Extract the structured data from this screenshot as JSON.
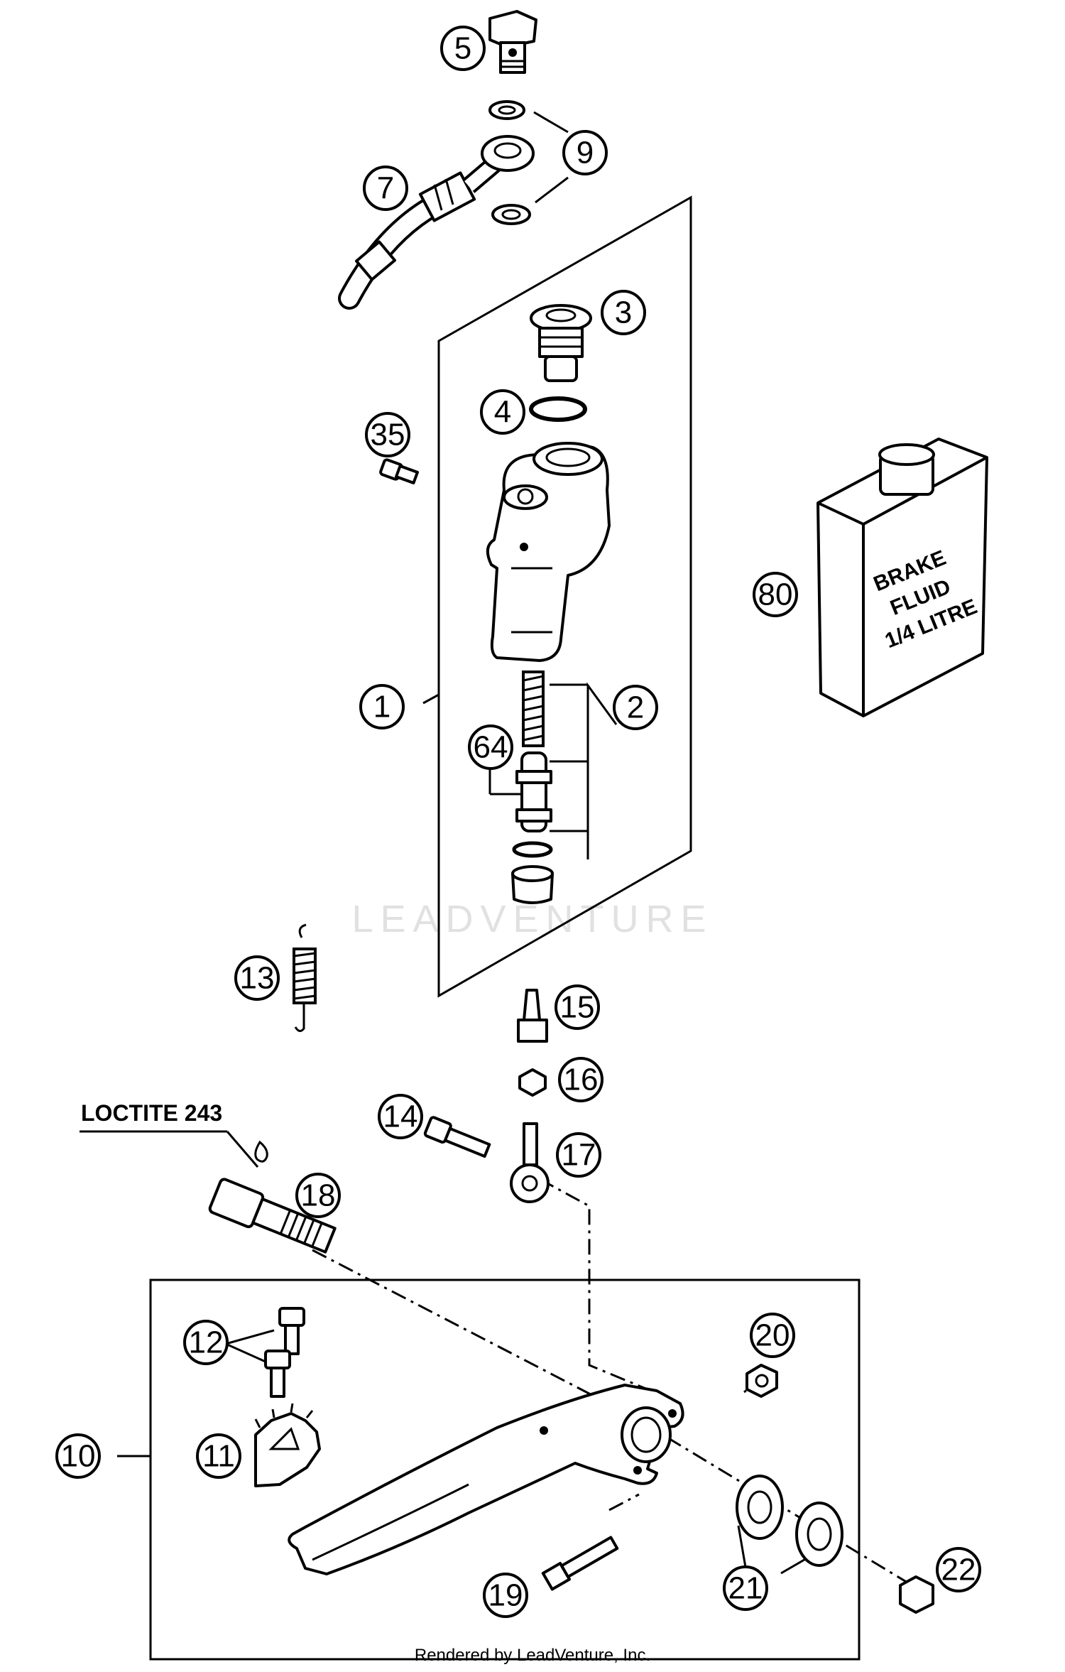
{
  "callouts": {
    "c1": "1",
    "c2": "2",
    "c3": "3",
    "c4": "4",
    "c5": "5",
    "c7": "7",
    "c9": "9",
    "c10": "10",
    "c11": "11",
    "c12": "12",
    "c13": "13",
    "c14": "14",
    "c15": "15",
    "c16": "16",
    "c17": "17",
    "c18": "18",
    "c19": "19",
    "c20": "20",
    "c21": "21",
    "c22": "22",
    "c35": "35",
    "c64": "64",
    "c80": "80"
  },
  "note": "LOCTITE 243",
  "fluid_label": {
    "line1": "BRAKE",
    "line2": "FLUID",
    "line3": "1/4 LITRE"
  },
  "watermark": "LEADVENTURE",
  "footer": "Rendered by LeadVenture, Inc."
}
